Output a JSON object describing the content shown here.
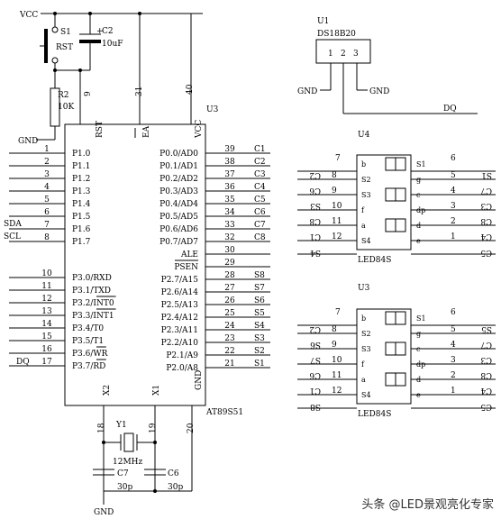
{
  "labels": {
    "vcc": "VCC",
    "gnd": "GND",
    "s1": "S1",
    "rst": "RST",
    "c2": "C2",
    "c2_polarity": "+",
    "c2_value": "10uF",
    "r2": "R2",
    "r2_value": "10K",
    "pin9": "9",
    "pin31": "31",
    "pin40": "40",
    "rst_pin": "RST",
    "ea_pin": "EA",
    "vcc_pin": "VCC",
    "u3": "U3",
    "chip": "AT89S51",
    "y1": "Y1",
    "crystal": "12MHz",
    "c7": "C7",
    "c6": "C6",
    "cap30_1": "30p",
    "cap30_2": "30p",
    "pin18": "18",
    "pin19": "19",
    "pin20": "20",
    "x2": "X2",
    "x1": "X1",
    "gnd_pin": "GND",
    "sda": "SDA",
    "scl": "SCL",
    "dq": "DQ",
    "u1": "U1",
    "ds18b20": "DS18B20",
    "u1_pin1": "1",
    "u1_pin2": "2",
    "u1_pin3": "3",
    "u4": "U4",
    "u3b": "U3",
    "led_type": "LED84S",
    "led_type2": "LED84S",
    "watermark": "头条 @LED景观亮化专家"
  },
  "left_pins": [
    {
      "num": "1",
      "name": "P1.0"
    },
    {
      "num": "2",
      "name": "P1.1"
    },
    {
      "num": "3",
      "name": "P1.2"
    },
    {
      "num": "4",
      "name": "P1.3"
    },
    {
      "num": "5",
      "name": "P1.4"
    },
    {
      "num": "6",
      "name": "P1.5"
    },
    {
      "num": "7",
      "name": "P1.6"
    },
    {
      "num": "8",
      "name": "P1.7"
    },
    {
      "num": "10",
      "name": "P3.0/RXD"
    },
    {
      "num": "11",
      "name": "P3.1/TXD"
    },
    {
      "num": "12",
      "name": "P3.2/INT0"
    },
    {
      "num": "13",
      "name": "P3.3/INT1"
    },
    {
      "num": "14",
      "name": "P3.4/T0"
    },
    {
      "num": "15",
      "name": "P3.5/T1"
    },
    {
      "num": "16",
      "name": "P3.6/WR"
    },
    {
      "num": "17",
      "name": "P3.7/RD"
    }
  ],
  "right_pins": [
    {
      "num": "39",
      "name": "P0.0/AD0",
      "net": "C1"
    },
    {
      "num": "38",
      "name": "P0.1/AD1",
      "net": "C2"
    },
    {
      "num": "37",
      "name": "P0.2/AD2",
      "net": "C3"
    },
    {
      "num": "36",
      "name": "P0.3/AD3",
      "net": "C4"
    },
    {
      "num": "35",
      "name": "P0.4/AD4",
      "net": "C5"
    },
    {
      "num": "34",
      "name": "P0.5/AD5",
      "net": "C6"
    },
    {
      "num": "33",
      "name": "P0.6/AD6",
      "net": "C7"
    },
    {
      "num": "32",
      "name": "P0.7/AD7",
      "net": "C8"
    },
    {
      "num": "30",
      "name": "ALE",
      "net": ""
    },
    {
      "num": "29",
      "name": "PSEN",
      "net": ""
    },
    {
      "num": "28",
      "name": "P2.7/A15",
      "net": "S8"
    },
    {
      "num": "27",
      "name": "P2.6/A14",
      "net": "S7"
    },
    {
      "num": "26",
      "name": "P2.5/A13",
      "net": "S6"
    },
    {
      "num": "25",
      "name": "P2.4/A12",
      "net": "S5"
    },
    {
      "num": "24",
      "name": "P2.3/A11",
      "net": "S4"
    },
    {
      "num": "23",
      "name": "P2.2/A10",
      "net": "S3"
    },
    {
      "num": "22",
      "name": "P2.1/A9",
      "net": "S2"
    },
    {
      "num": "21",
      "name": "P2.0/A8",
      "net": "S1"
    }
  ],
  "led1": {
    "left_pins": [
      {
        "num": "7",
        "sig": "b",
        "net": ""
      },
      {
        "num": "8",
        "sig": "S2",
        "net": "C2"
      },
      {
        "num": "9",
        "sig": "S3",
        "net": "C6"
      },
      {
        "num": "10",
        "sig": "f",
        "net": "S3"
      },
      {
        "num": "11",
        "sig": "a",
        "net": "C8"
      },
      {
        "num": "12",
        "sig": "S4",
        "net": "C1"
      }
    ],
    "right_pins": [
      {
        "num": "6",
        "sig": "S1",
        "net": ""
      },
      {
        "num": "5",
        "sig": "g",
        "net": "S1"
      },
      {
        "num": "4",
        "sig": "c",
        "net": "C7"
      },
      {
        "num": "3",
        "sig": "dp",
        "net": "C3"
      },
      {
        "num": "2",
        "sig": "d",
        "net": "C8"
      },
      {
        "num": "1",
        "sig": "e",
        "net": "C4"
      }
    ],
    "bottom_left": "S4",
    "bottom_right": "C5",
    "top_sig": "b"
  },
  "led2": {
    "left_pins": [
      {
        "num": "7",
        "sig": "b",
        "net": ""
      },
      {
        "num": "8",
        "sig": "S2",
        "net": "C2"
      },
      {
        "num": "9",
        "sig": "S3",
        "net": "S6"
      },
      {
        "num": "10",
        "sig": "f",
        "net": "S7"
      },
      {
        "num": "11",
        "sig": "a",
        "net": "C6"
      },
      {
        "num": "12",
        "sig": "S4",
        "net": "C1"
      }
    ],
    "right_pins": [
      {
        "num": "6",
        "sig": "S1",
        "net": ""
      },
      {
        "num": "5",
        "sig": "g",
        "net": "S5"
      },
      {
        "num": "4",
        "sig": "c",
        "net": "C7"
      },
      {
        "num": "3",
        "sig": "dp",
        "net": "C3"
      },
      {
        "num": "2",
        "sig": "d",
        "net": "C8"
      },
      {
        "num": "1",
        "sig": "e",
        "net": "C4"
      }
    ],
    "bottom_left": "S8",
    "bottom_right": "C5"
  }
}
